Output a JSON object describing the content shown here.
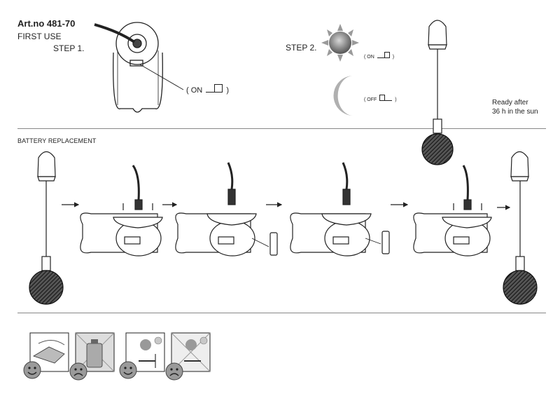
{
  "header": {
    "art_no": "Art.no 481-70",
    "first_use": "FIRST USE",
    "step1": "STEP 1.",
    "step2": "STEP 2.",
    "ready_line1": "Ready after",
    "ready_line2": "36 h in the sun"
  },
  "switches": {
    "on_big": "( ON",
    "on_big_close": ")",
    "on_small": "( ON",
    "on_small_close": ")",
    "off_small": "( OFF",
    "off_small_close": ")"
  },
  "sections": {
    "battery_replacement": "BATTERY REPLACEMENT"
  },
  "colors": {
    "line": "#222222",
    "divider": "#888888",
    "sun": "#8a8a8a",
    "moon": "#a8a8a8",
    "smiley": "#9a9a9a"
  },
  "care_icons": [
    {
      "icon": "cloth-wipe-icon",
      "verdict": "happy-face-icon"
    },
    {
      "icon": "chemical-bottle-icon",
      "verdict": "sad-face-icon"
    },
    {
      "icon": "lamp-in-sun-icon",
      "verdict": "happy-face-icon"
    },
    {
      "icon": "lamp-in-shade-icon",
      "verdict": "sad-face-icon"
    }
  ]
}
